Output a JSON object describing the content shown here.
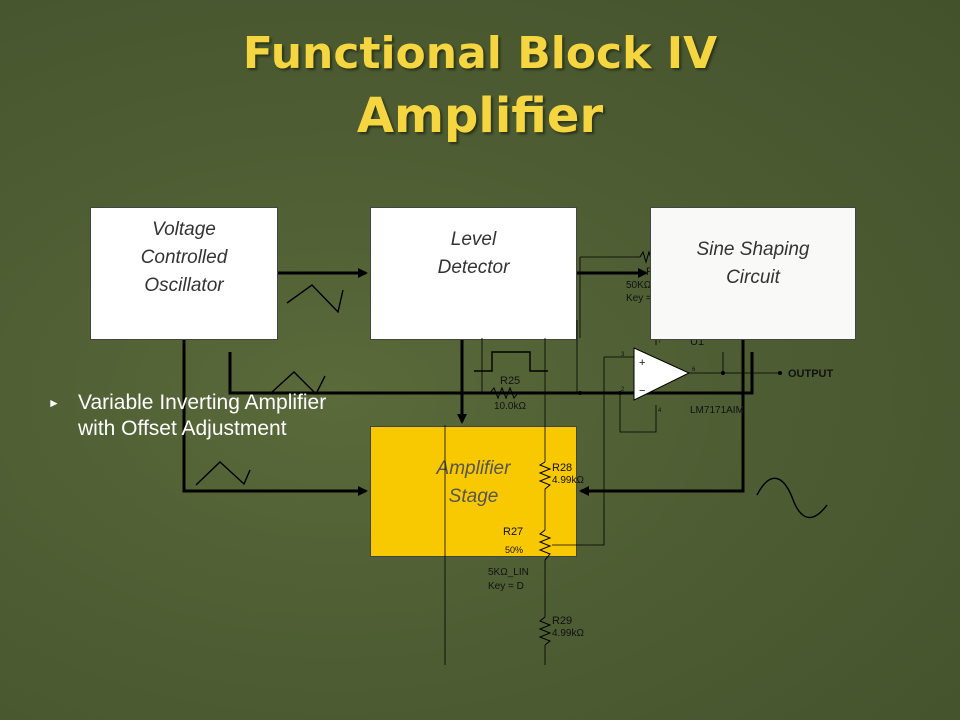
{
  "slide": {
    "title_line1": "Functional Block IV",
    "title_line2": "Amplifier"
  },
  "blocks": {
    "vco": [
      "Voltage",
      "Controlled",
      "Oscillator"
    ],
    "level_detector": [
      "Level",
      "Detector"
    ],
    "sine_shaping": [
      "Sine Shaping",
      "Circuit"
    ],
    "amplifier_stage": [
      "Amplifier",
      "Stage"
    ]
  },
  "bullet": {
    "text": "Variable Inverting Amplifier with Offset Adjustment"
  },
  "schematic": {
    "r25_name": "R25",
    "r25_value": "10.0kΩ",
    "r_feedback_name": "R",
    "r_feedback_value": "50KΩ",
    "r_feedback_key": "Key =",
    "u1_name": "U1",
    "opamp_part": "LM7171AIM",
    "output_label": "OUTPUT",
    "r28_name": "R28",
    "r28_value": "4.99kΩ",
    "r27_name": "R27",
    "r27_percent": "50%",
    "r27_value": "5KΩ_LIN",
    "r27_key": "Key = D",
    "r29_name": "R29",
    "r29_value": "4.99kΩ",
    "pin_3": "3",
    "pin_2": "2",
    "pin_7": "7",
    "pin_4": "4",
    "pin_6": "6",
    "plus_sign": "+",
    "minus_sign": "−"
  },
  "colors": {
    "title": "#f5d640",
    "background": "#4e5d33",
    "amplifier_block": "#f8c800"
  }
}
